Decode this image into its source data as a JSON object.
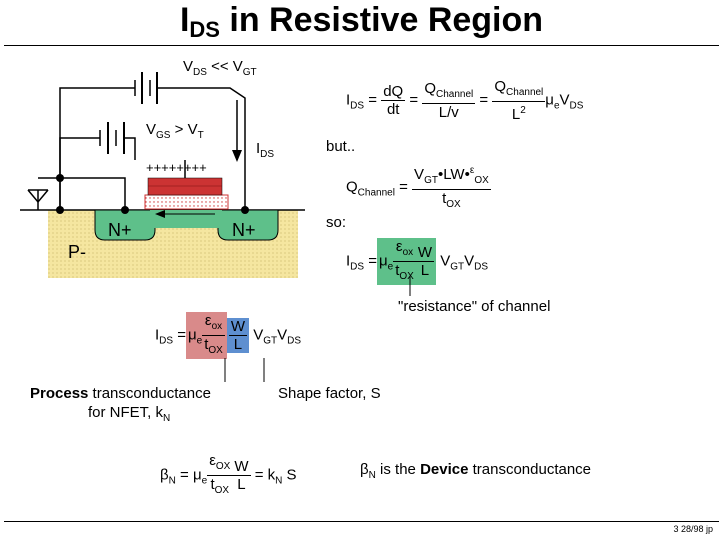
{
  "title": {
    "main": "I",
    "sub": "DS",
    "rest": " in Resistive Region"
  },
  "circuit": {
    "vds_label": "V",
    "vds_sub": "DS",
    "vds_rel": " << V",
    "vds_rel_sub": "GT",
    "vgs_label": "V",
    "vgs_sub": "GS",
    "vgs_rel": " > V",
    "vgs_rel_sub": "T",
    "ids_label": "I",
    "ids_sub": "DS",
    "gate_charges": "++++++++",
    "channel_charges": "- - - - - -",
    "source_label": "N+",
    "drain_label": "N+",
    "substrate_label": "P-"
  },
  "eq1": {
    "lhs": "I",
    "lhs_sub": "DS",
    "eq": "=",
    "f1_num": "dQ",
    "f1_den": "dt",
    "f2_num": "Q",
    "f2_num_sub": "Channel",
    "f2_den": "L/v",
    "f3_num": "Q",
    "f3_num_sub": "Channel",
    "f3_den": "L",
    "f3_den_sup": "2",
    "mu": "μ",
    "mu_sub": "e",
    "v": "V",
    "v_sub": "DS"
  },
  "but_text": "but..",
  "eq2": {
    "lhs": "Q",
    "lhs_sub": "Channel",
    "eq": "=",
    "num": "V",
    "num_sub": "GT",
    "num_rest": "•LW•",
    "eps": "ε",
    "eps_sub": "OX",
    "den": "t",
    "den_sub": "OX"
  },
  "so_text": "so:",
  "eq3": {
    "lhs": "I",
    "lhs_sub": "DS",
    "eq": "=",
    "mu": "μ",
    "mu_sub": "e",
    "eps": "ε",
    "eps_sub": "ox",
    "t": "t",
    "t_sub": "OX",
    "w": "W",
    "l": "L",
    "v1": "V",
    "v1_sub": "GT",
    "v2": "V",
    "v2_sub": "DS"
  },
  "resistance_label": "\"resistance\" of channel",
  "eq4": {
    "lhs": "I",
    "lhs_sub": "DS",
    "eq": "=",
    "mu": "μ",
    "mu_sub": "e",
    "eps": "ε",
    "eps_sub": "ox",
    "t": "t",
    "t_sub": "OX",
    "w": "W",
    "l": "L",
    "v1": "V",
    "v1_sub": "GT",
    "v2": "V",
    "v2_sub": "DS"
  },
  "process_label": {
    "bold": "Process",
    "rest": " transconductance",
    "line2": "for NFET, k",
    "line2_sub": "N"
  },
  "shape_label": "Shape factor, S",
  "eq5": {
    "beta": "β",
    "beta_sub": "N",
    "eq": "=",
    "mu": "μ",
    "mu_sub": "e",
    "eps": "ε",
    "eps_sub": "OX",
    "t": "t",
    "t_sub": "OX",
    "w": "W",
    "l": "L",
    "eq2": "=",
    "k": "k",
    "k_sub": "N",
    "s": " S"
  },
  "device_label": {
    "beta": "β",
    "beta_sub": "N",
    "mid": " is the ",
    "bold": "Device",
    "rest": " transconductance"
  },
  "footer": "3 28/98 jp",
  "colors": {
    "process": "#d98a8a",
    "shape": "#5e8fd0",
    "resistance": "#5ec08a",
    "substrate": "#f5e6a0",
    "gate": "#cc3333"
  }
}
